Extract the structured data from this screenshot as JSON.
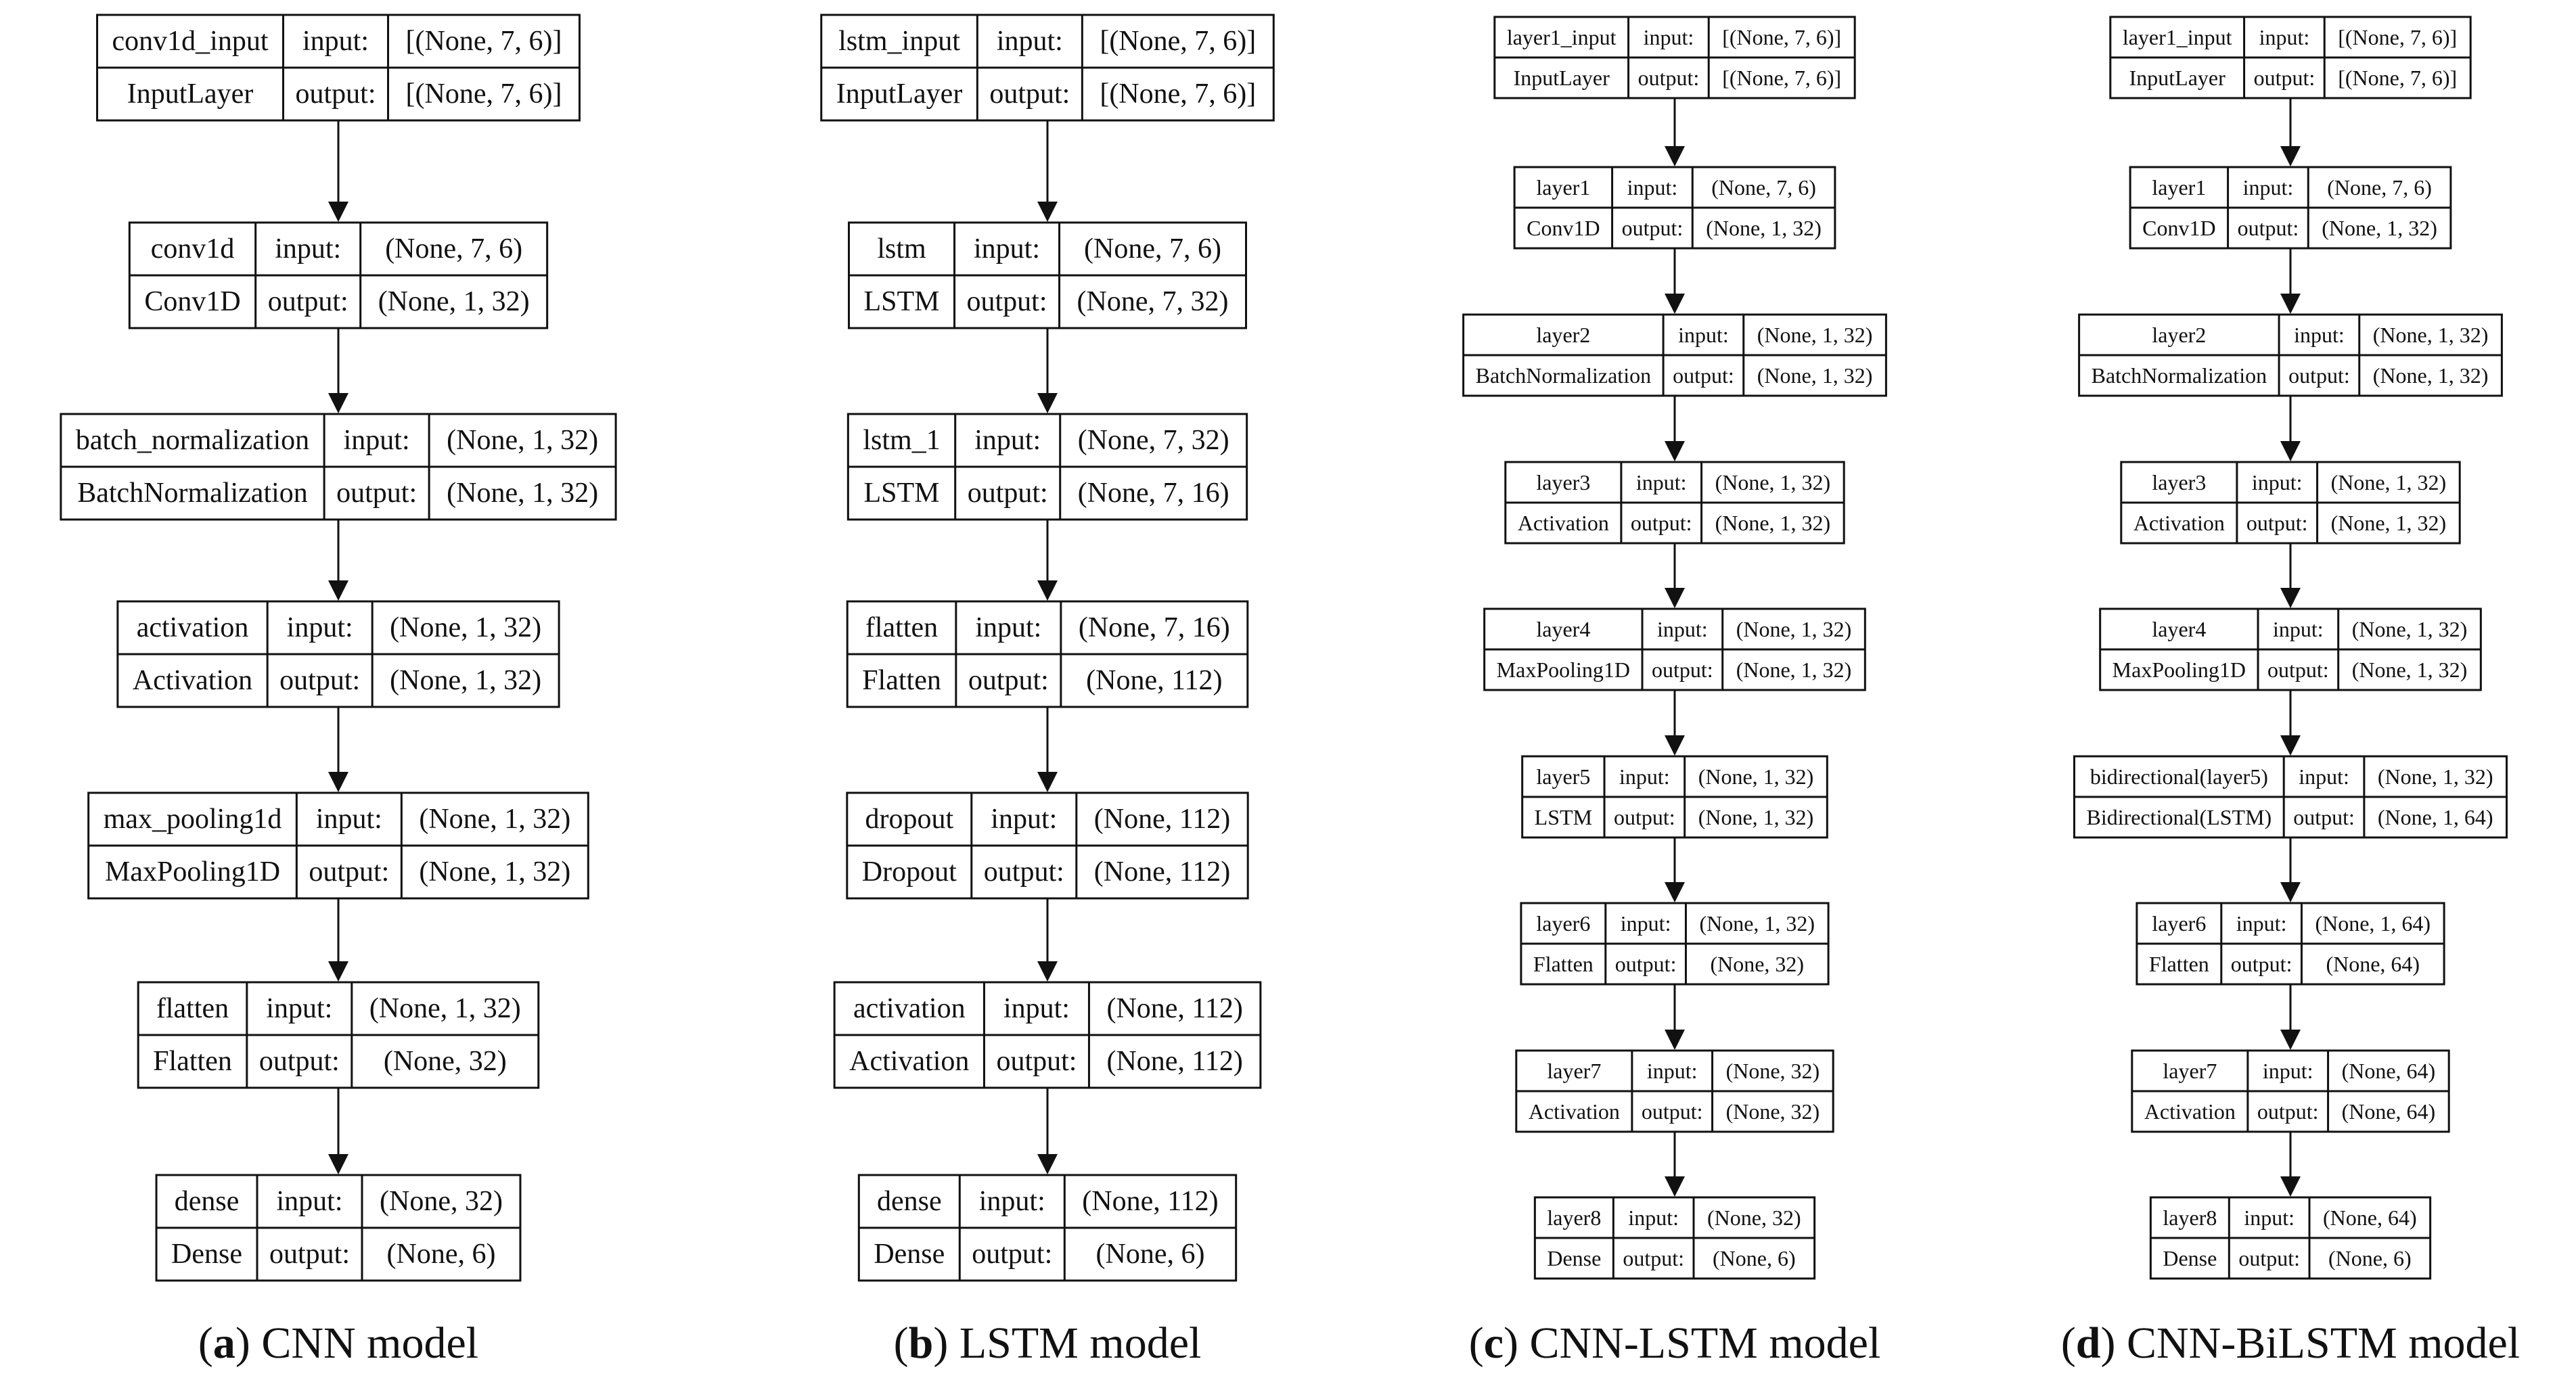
{
  "panels": [
    {
      "id": "a",
      "caption": {
        "letter": "a",
        "text": "CNN model"
      },
      "layers": [
        {
          "name": "conv1d_input",
          "type": "InputLayer",
          "input_label": "input:",
          "output_label": "output:",
          "input": "[(None, 7, 6)]",
          "output": "[(None, 7, 6)]"
        },
        {
          "name": "conv1d",
          "type": "Conv1D",
          "input_label": "input:",
          "output_label": "output:",
          "input": "(None, 7, 6)",
          "output": "(None, 1, 32)"
        },
        {
          "name": "batch_normalization",
          "type": "BatchNormalization",
          "input_label": "input:",
          "output_label": "output:",
          "input": "(None, 1, 32)",
          "output": "(None, 1, 32)"
        },
        {
          "name": "activation",
          "type": "Activation",
          "input_label": "input:",
          "output_label": "output:",
          "input": "(None, 1, 32)",
          "output": "(None, 1, 32)"
        },
        {
          "name": "max_pooling1d",
          "type": "MaxPooling1D",
          "input_label": "input:",
          "output_label": "output:",
          "input": "(None, 1, 32)",
          "output": "(None, 1, 32)"
        },
        {
          "name": "flatten",
          "type": "Flatten",
          "input_label": "input:",
          "output_label": "output:",
          "input": "(None, 1, 32)",
          "output": "(None, 32)"
        },
        {
          "name": "dense",
          "type": "Dense",
          "input_label": "input:",
          "output_label": "output:",
          "input": "(None, 32)",
          "output": "(None, 6)"
        }
      ]
    },
    {
      "id": "b",
      "caption": {
        "letter": "b",
        "text": "LSTM model"
      },
      "layers": [
        {
          "name": "lstm_input",
          "type": "InputLayer",
          "input_label": "input:",
          "output_label": "output:",
          "input": "[(None, 7, 6)]",
          "output": "[(None, 7, 6)]"
        },
        {
          "name": "lstm",
          "type": "LSTM",
          "input_label": "input:",
          "output_label": "output:",
          "input": "(None, 7, 6)",
          "output": "(None, 7, 32)"
        },
        {
          "name": "lstm_1",
          "type": "LSTM",
          "input_label": "input:",
          "output_label": "output:",
          "input": "(None, 7, 32)",
          "output": "(None, 7, 16)"
        },
        {
          "name": "flatten",
          "type": "Flatten",
          "input_label": "input:",
          "output_label": "output:",
          "input": "(None, 7, 16)",
          "output": "(None, 112)"
        },
        {
          "name": "dropout",
          "type": "Dropout",
          "input_label": "input:",
          "output_label": "output:",
          "input": "(None, 112)",
          "output": "(None, 112)"
        },
        {
          "name": "activation",
          "type": "Activation",
          "input_label": "input:",
          "output_label": "output:",
          "input": "(None, 112)",
          "output": "(None, 112)"
        },
        {
          "name": "dense",
          "type": "Dense",
          "input_label": "input:",
          "output_label": "output:",
          "input": "(None, 112)",
          "output": "(None, 6)"
        }
      ]
    },
    {
      "id": "c",
      "caption": {
        "letter": "c",
        "text": "CNN-LSTM model"
      },
      "layers": [
        {
          "name": "layer1_input",
          "type": "InputLayer",
          "input_label": "input:",
          "output_label": "output:",
          "input": "[(None, 7, 6)]",
          "output": "[(None, 7, 6)]"
        },
        {
          "name": "layer1",
          "type": "Conv1D",
          "input_label": "input:",
          "output_label": "output:",
          "input": "(None, 7, 6)",
          "output": "(None, 1, 32)"
        },
        {
          "name": "layer2",
          "type": "BatchNormalization",
          "input_label": "input:",
          "output_label": "output:",
          "input": "(None, 1, 32)",
          "output": "(None, 1, 32)"
        },
        {
          "name": "layer3",
          "type": "Activation",
          "input_label": "input:",
          "output_label": "output:",
          "input": "(None, 1, 32)",
          "output": "(None, 1, 32)"
        },
        {
          "name": "layer4",
          "type": "MaxPooling1D",
          "input_label": "input:",
          "output_label": "output:",
          "input": "(None, 1, 32)",
          "output": "(None, 1, 32)"
        },
        {
          "name": "layer5",
          "type": "LSTM",
          "input_label": "input:",
          "output_label": "output:",
          "input": "(None, 1, 32)",
          "output": "(None, 1, 32)"
        },
        {
          "name": "layer6",
          "type": "Flatten",
          "input_label": "input:",
          "output_label": "output:",
          "input": "(None, 1, 32)",
          "output": "(None, 32)"
        },
        {
          "name": "layer7",
          "type": "Activation",
          "input_label": "input:",
          "output_label": "output:",
          "input": "(None, 32)",
          "output": "(None, 32)"
        },
        {
          "name": "layer8",
          "type": "Dense",
          "input_label": "input:",
          "output_label": "output:",
          "input": "(None, 32)",
          "output": "(None, 6)"
        }
      ]
    },
    {
      "id": "d",
      "caption": {
        "letter": "d",
        "text": "CNN-BiLSTM model"
      },
      "layers": [
        {
          "name": "layer1_input",
          "type": "InputLayer",
          "input_label": "input:",
          "output_label": "output:",
          "input": "[(None, 7, 6)]",
          "output": "[(None, 7, 6)]"
        },
        {
          "name": "layer1",
          "type": "Conv1D",
          "input_label": "input:",
          "output_label": "output:",
          "input": "(None, 7, 6)",
          "output": "(None, 1, 32)"
        },
        {
          "name": "layer2",
          "type": "BatchNormalization",
          "input_label": "input:",
          "output_label": "output:",
          "input": "(None, 1, 32)",
          "output": "(None, 1, 32)"
        },
        {
          "name": "layer3",
          "type": "Activation",
          "input_label": "input:",
          "output_label": "output:",
          "input": "(None, 1, 32)",
          "output": "(None, 1, 32)"
        },
        {
          "name": "layer4",
          "type": "MaxPooling1D",
          "input_label": "input:",
          "output_label": "output:",
          "input": "(None, 1, 32)",
          "output": "(None, 1, 32)"
        },
        {
          "name": "bidirectional(layer5)",
          "type": "Bidirectional(LSTM)",
          "input_label": "input:",
          "output_label": "output:",
          "input": "(None, 1, 32)",
          "output": "(None, 1, 64)"
        },
        {
          "name": "layer6",
          "type": "Flatten",
          "input_label": "input:",
          "output_label": "output:",
          "input": "(None, 1, 64)",
          "output": "(None, 64)"
        },
        {
          "name": "layer7",
          "type": "Activation",
          "input_label": "input:",
          "output_label": "output:",
          "input": "(None, 64)",
          "output": "(None, 64)"
        },
        {
          "name": "layer8",
          "type": "Dense",
          "input_label": "input:",
          "output_label": "output:",
          "input": "(None, 64)",
          "output": "(None, 6)"
        }
      ]
    }
  ]
}
